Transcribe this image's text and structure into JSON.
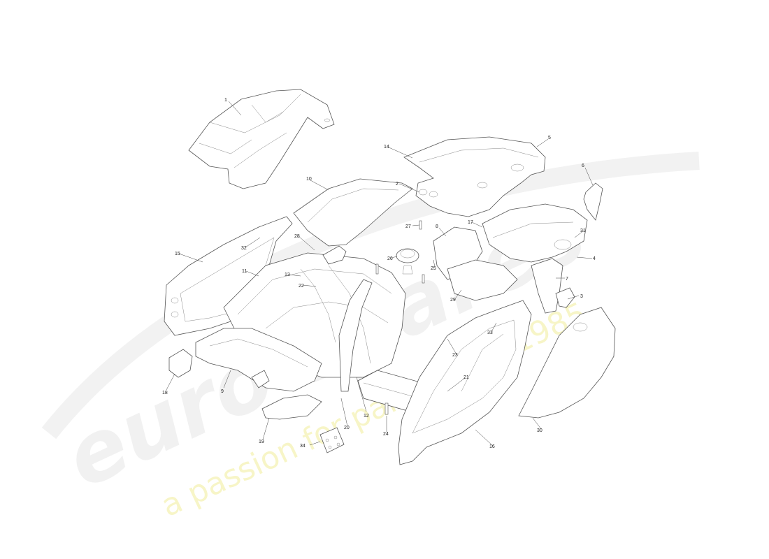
{
  "watermark": {
    "brand": "euro spares",
    "tagline": "a passion for parts since 1985"
  },
  "callouts": [
    {
      "id": "c1",
      "label": "1"
    },
    {
      "id": "c2",
      "label": "2"
    },
    {
      "id": "c3",
      "label": "3"
    },
    {
      "id": "c4",
      "label": "4"
    },
    {
      "id": "c5",
      "label": "5"
    },
    {
      "id": "c6",
      "label": "6"
    },
    {
      "id": "c7",
      "label": "7"
    },
    {
      "id": "c8",
      "label": "8"
    },
    {
      "id": "c9",
      "label": "9"
    },
    {
      "id": "c10",
      "label": "10"
    },
    {
      "id": "c11",
      "label": "11"
    },
    {
      "id": "c12",
      "label": "12"
    },
    {
      "id": "c13",
      "label": "13"
    },
    {
      "id": "c14",
      "label": "14"
    },
    {
      "id": "c15",
      "label": "15"
    },
    {
      "id": "c16",
      "label": "16"
    },
    {
      "id": "c17",
      "label": "17"
    },
    {
      "id": "c18",
      "label": "18"
    },
    {
      "id": "c19",
      "label": "19"
    },
    {
      "id": "c20",
      "label": "20"
    },
    {
      "id": "c21",
      "label": "21"
    },
    {
      "id": "c22",
      "label": "22"
    },
    {
      "id": "c23",
      "label": "23"
    },
    {
      "id": "c24",
      "label": "24"
    },
    {
      "id": "c25",
      "label": "25"
    },
    {
      "id": "c26",
      "label": "26"
    },
    {
      "id": "c27",
      "label": "27"
    },
    {
      "id": "c28",
      "label": "28"
    },
    {
      "id": "c29",
      "label": "29"
    },
    {
      "id": "c30",
      "label": "30"
    },
    {
      "id": "c31",
      "label": "31"
    },
    {
      "id": "c32",
      "label": "32"
    },
    {
      "id": "c33",
      "label": "33"
    },
    {
      "id": "c34",
      "label": "34"
    }
  ]
}
